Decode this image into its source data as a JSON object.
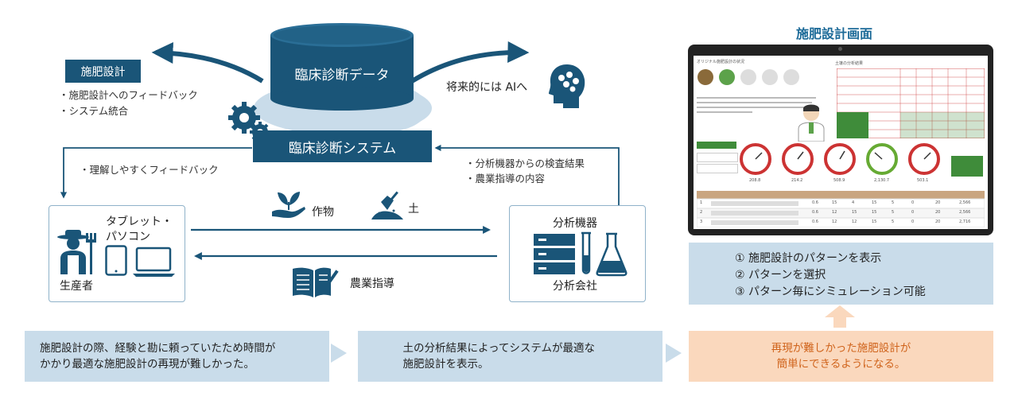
{
  "db_label": "臨床診断データ",
  "system_label": "臨床診断システム",
  "fert_design_label": "施肥設計",
  "fert_bullets": [
    "・施肥設計へのフィードバック",
    "・システム統合"
  ],
  "future_ai": "将来的には AIへ",
  "feedback_label": "・理解しやすくフィードバック",
  "lab_bullets": [
    "・分析機器からの検査結果",
    "・農業指導の内容"
  ],
  "producer_box": {
    "device_label_1": "タブレット・",
    "device_label_2": "パソコン",
    "producer_label": "生産者"
  },
  "flow_crop": "作物",
  "flow_soil": "土",
  "flow_guidance": "農業指導",
  "lab_box": {
    "equipment_label": "分析機器",
    "company_label": "分析会社"
  },
  "screen_title": "施肥設計画面",
  "steps": [
    "① 施肥設計のパターンを表示",
    "② パターンを選択",
    "③ パターン毎にシミュレーション可能"
  ],
  "bottom": {
    "problem_1": "施肥設計の際、経験と勘に頼っていたため時間が",
    "problem_2": "かかり最適な施肥設計の再現が難しかった。",
    "solution_1": "土の分析結果によってシステムが最適な",
    "solution_2": "施肥設計を表示。",
    "result_1": "再現が難しかった施肥設計が",
    "result_2": "簡単にできるようになる。"
  },
  "colors": {
    "navy": "#1a5578",
    "light_blue": "#c9dcea",
    "orange_bg": "#fad8bd",
    "orange_text": "#d0641c",
    "title_blue": "#1c6a98"
  },
  "screen": {
    "app_title": "オリジナル施肥設計の状況",
    "table_title": "土壌の分析結果",
    "gauge_values": [
      "208.8",
      "214.2",
      "508.9",
      "2,130.7",
      "503.1"
    ],
    "rows": [
      [
        "1",
        "0.6",
        "15",
        "4",
        "15",
        "5",
        "0",
        "20",
        "2,566"
      ],
      [
        "2",
        "0.6",
        "12",
        "15",
        "15",
        "5",
        "0",
        "20",
        "2,566"
      ],
      [
        "3",
        "0.6",
        "12",
        "12",
        "15",
        "5",
        "0",
        "20",
        "2,716"
      ]
    ]
  }
}
